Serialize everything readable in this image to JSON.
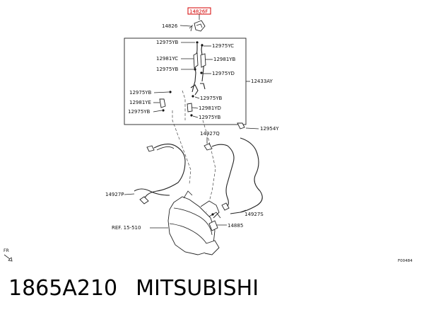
{
  "parts": {
    "highlight": "14826F",
    "p14826": "14826",
    "yb1": "12975YB",
    "yc1": "12975YC",
    "rc1": "12981YC",
    "rb1": "12981YB",
    "yb2": "12975YB",
    "yd1": "12975YD",
    "box": "12433AY",
    "yb3": "12975YB",
    "ye1": "12981YE",
    "yb4": "12975YB",
    "yb5": "12975YB",
    "rd1": "12981YD",
    "yb6": "12975YB",
    "p12954": "12954Y",
    "p14927q": "14927Q",
    "p14927p": "14927P",
    "p14927s": "14927S",
    "p14885": "14885",
    "ref": "REF. 15-510"
  },
  "direction": "FR",
  "figure_code": "F00484",
  "caption": {
    "part_number": "1865A210",
    "brand": "MITSUBISHI"
  },
  "colors": {
    "highlight": "#d40000",
    "ink": "#222222"
  }
}
